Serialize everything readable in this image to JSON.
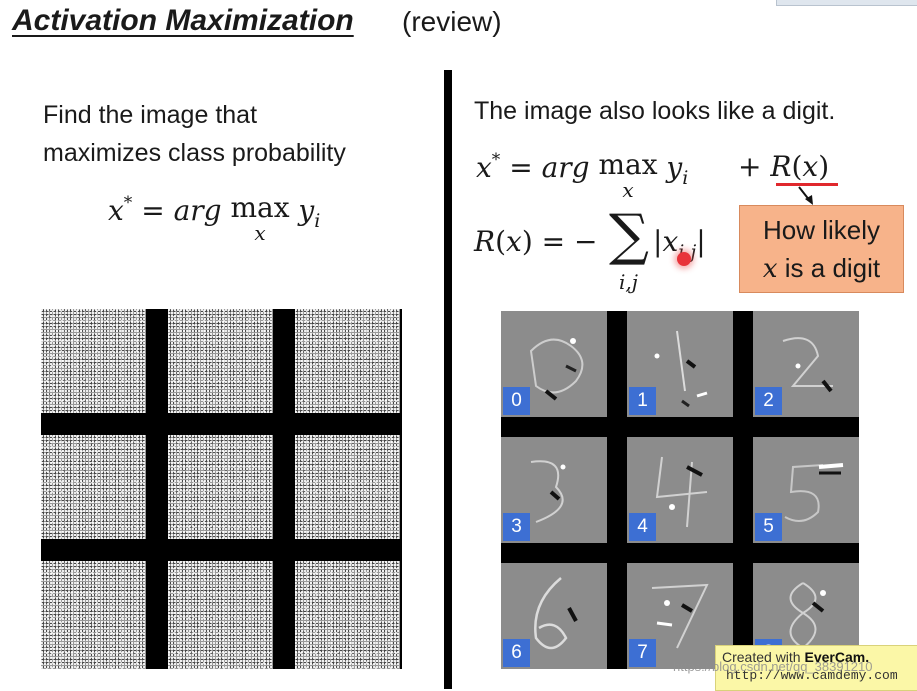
{
  "title": {
    "main": "Activation Maximization",
    "sub": "(review)"
  },
  "left": {
    "line1": "Find the image that",
    "line2": "maximizes class probability"
  },
  "right": {
    "heading": "The image also looks like a digit."
  },
  "callout": {
    "line1": "How likely",
    "line2_var": "x",
    "line2_text": " is a digit"
  },
  "digit_labels": [
    "0",
    "1",
    "2",
    "3",
    "4",
    "5",
    "6",
    "7",
    "8"
  ],
  "watermark": {
    "created_prefix": "Created with ",
    "brand": "EverCam.",
    "url": "http://www.camdemy.com",
    "blog": "https://blog.csdn.net/qq_38391210"
  },
  "colors": {
    "label_blue": "#3d6fd3",
    "callout_orange": "#f7b38a",
    "underline_red": "#e0282d",
    "cursor_red": "#e8333a"
  }
}
